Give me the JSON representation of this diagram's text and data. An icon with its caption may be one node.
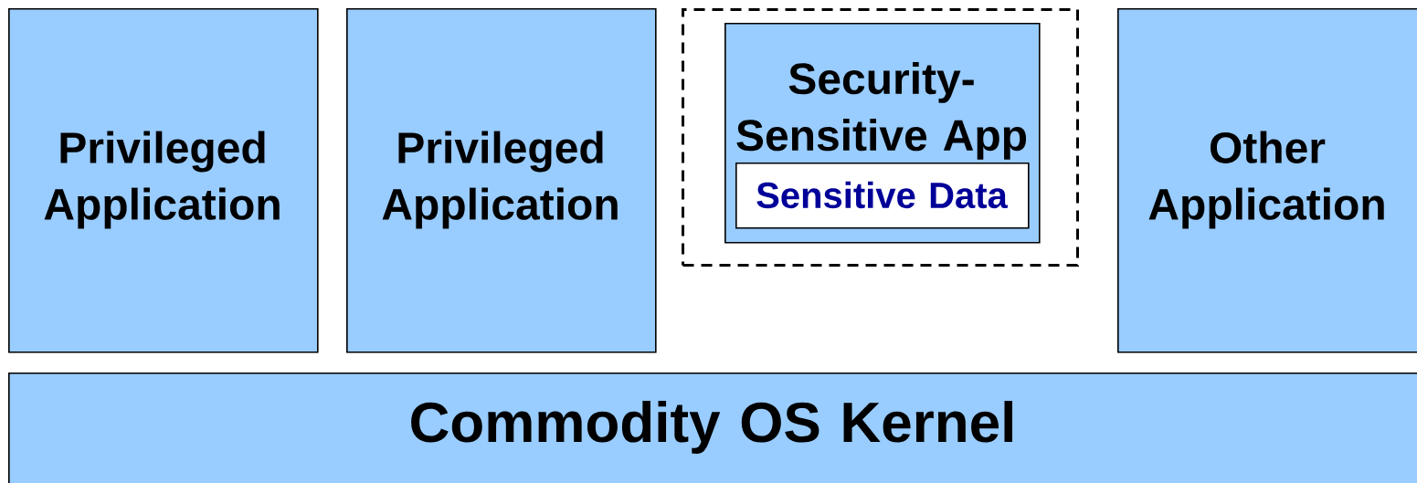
{
  "diagram": {
    "nodes": [
      {
        "text": [
          "Privileged Application"
        ]
      },
      {
        "text": [
          "Privileged Application"
        ]
      },
      {
        "text": [],
        "shape": "box"
      },
      {
        "text": [
          "Security-Sensitive App"
        ],
        "in": 2
      },
      {
        "text": [
          "Sensitive Data"
        ],
        "in": 3
      },
      {
        "text": [
          "Other Application"
        ]
      },
      {
        "text": [
          "Commodity OS Kernel"
        ]
      }
    ]
  }
}
